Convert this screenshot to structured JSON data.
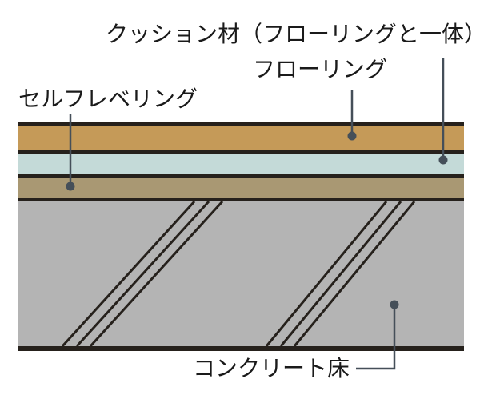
{
  "diagram": {
    "type": "floor-construction-cross-section",
    "labels": {
      "cushion_material": "クッション材（フローリングと一体）",
      "flooring": "フローリング",
      "self_leveling": "セルフレベリング",
      "concrete_floor": "コンクリート床"
    },
    "layers_top_to_bottom": [
      {
        "name": "flooring",
        "label": "フローリング",
        "color": "#c59a58"
      },
      {
        "name": "cushion_material",
        "label": "クッション材（フローリングと一体）",
        "color": "#c4dad8"
      },
      {
        "name": "self_leveling",
        "label": "セルフレベリング",
        "color": "#a99873"
      },
      {
        "name": "concrete_floor",
        "label": "コンクリート床",
        "color": "#b4b4b4"
      }
    ],
    "colors": {
      "flooring_layer": "#c59a58",
      "cushion_layer": "#c4dad8",
      "self_leveling_layer": "#a99873",
      "concrete_layer": "#b4b4b4",
      "layer_border": "#26211c",
      "leader_line": "#454f59",
      "text": "#1a1a1a",
      "background": "#ffffff"
    }
  }
}
